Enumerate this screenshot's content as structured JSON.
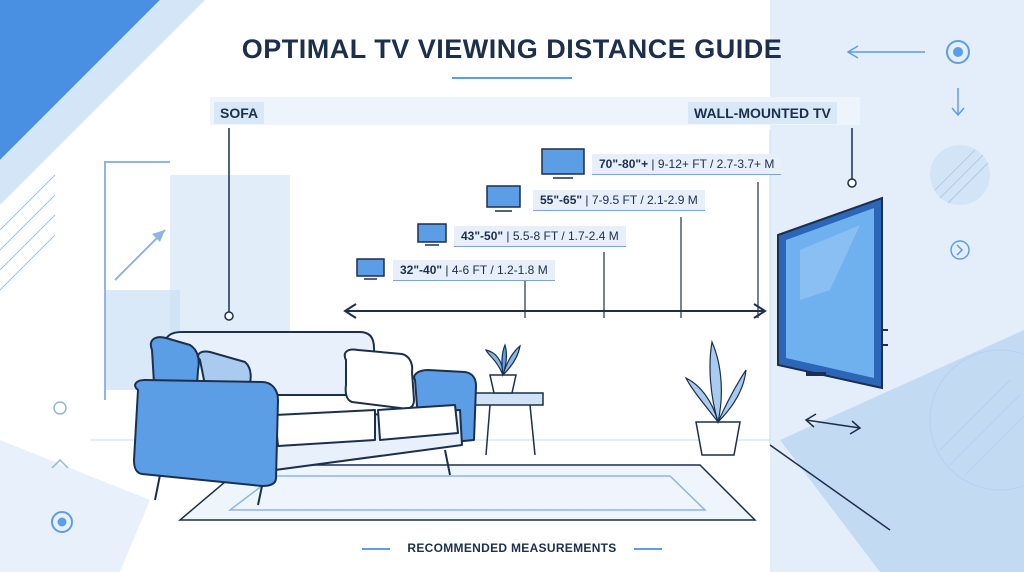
{
  "title": "OPTIMAL TV VIEWING DISTANCE GUIDE",
  "labels": {
    "sofa": "SOFA",
    "tv": "WALL-MOUNTED TV"
  },
  "sizes": [
    {
      "size": "32\"-40\"",
      "distance": "| 4-6 FT / 1.2-1.8 M"
    },
    {
      "size": "43\"-50\"",
      "distance": "| 5.5-8 FT / 1.7-2.4 M"
    },
    {
      "size": "55\"-65\"",
      "distance": "| 7-9.5 FT / 2.1-2.9 M"
    },
    {
      "size": "70\"-80\"+",
      "distance": "| 9-12+ FT / 2.7-3.7+ M"
    }
  ],
  "footer": "RECOMMENDED MEASUREMENTS",
  "colors": {
    "navy": "#1c2f4d",
    "accent": "#5b9ee6",
    "light": "#d9e8f7"
  }
}
